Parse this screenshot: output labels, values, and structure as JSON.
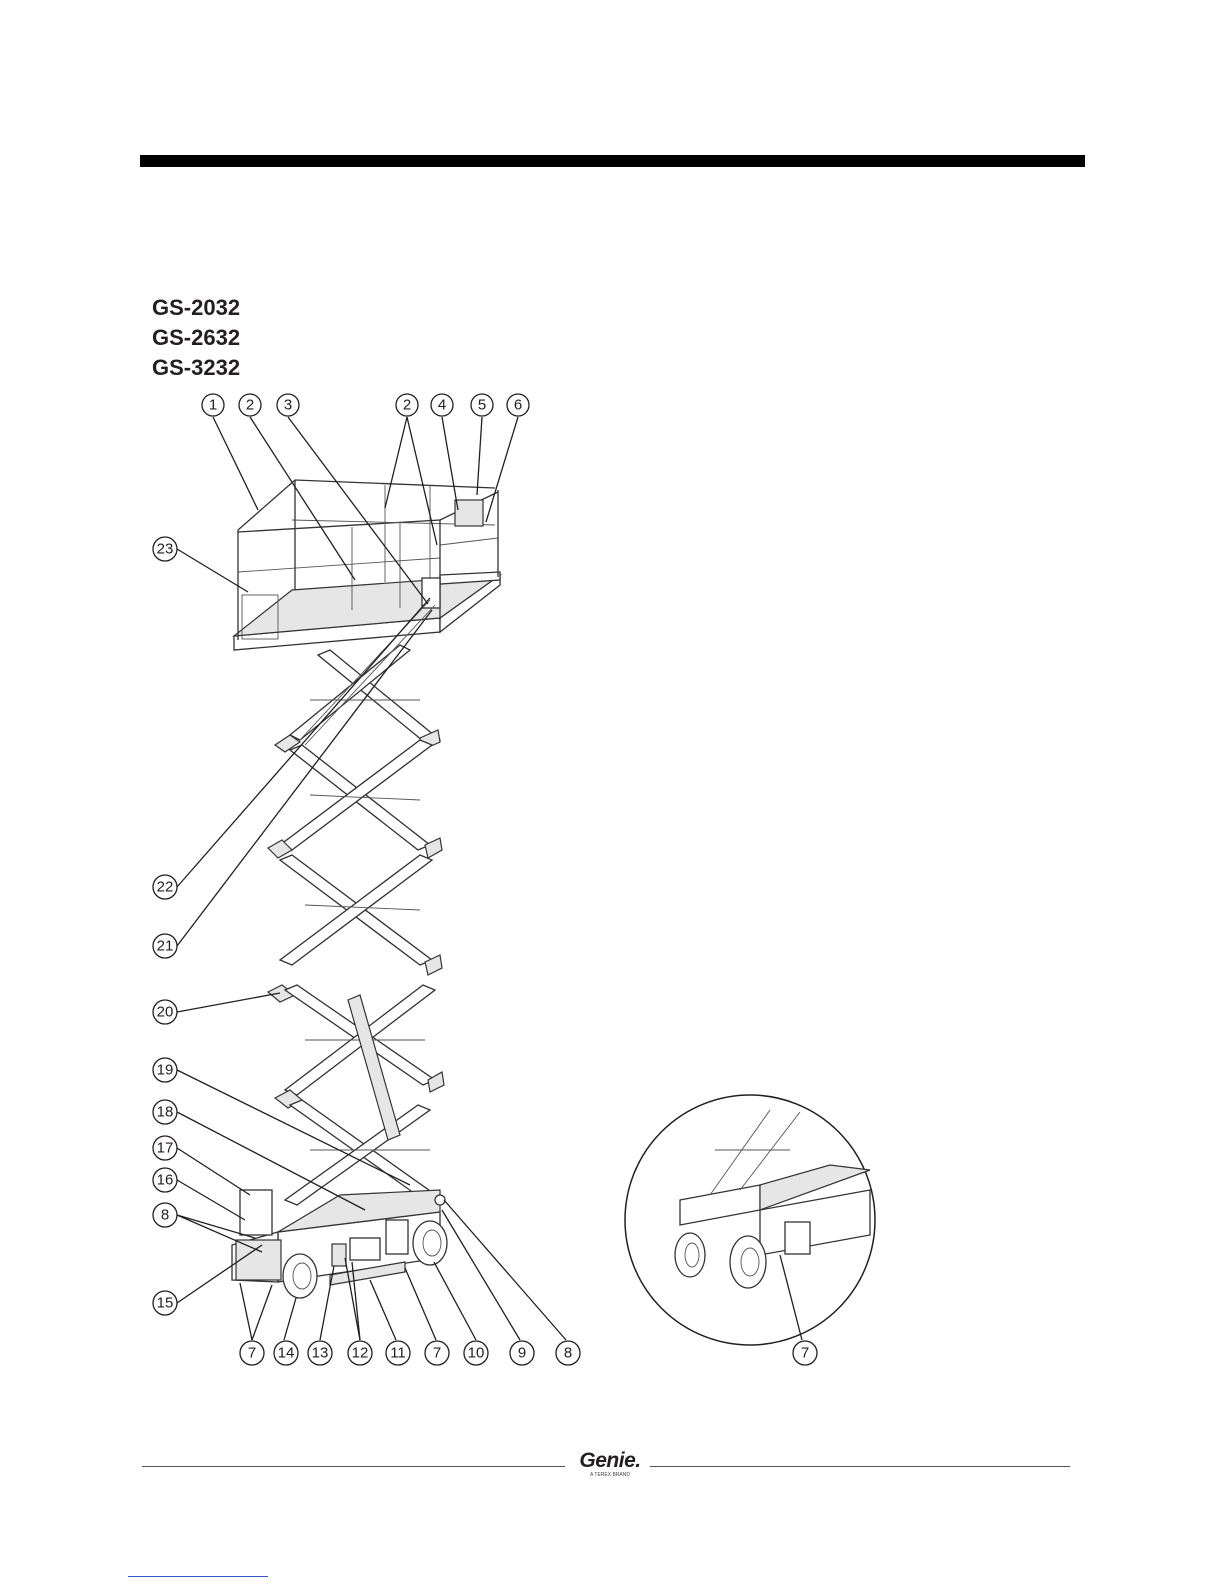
{
  "page": {
    "models": [
      "GS-2032",
      "GS-2632",
      "GS-3232"
    ],
    "brand": {
      "name": "Genie.",
      "tagline": "A TEREX BRAND"
    }
  },
  "callouts": {
    "c1": "1",
    "c2a": "2",
    "c3": "3",
    "c2b": "2",
    "c4": "4",
    "c5": "5",
    "c6": "6",
    "c23": "23",
    "c22": "22",
    "c21": "21",
    "c20": "20",
    "c19": "19",
    "c18": "18",
    "c17": "17",
    "c16": "16",
    "c8a": "8",
    "c15": "15",
    "c7a": "7",
    "c14": "14",
    "c13": "13",
    "c12": "12",
    "c11": "11",
    "c7b": "7",
    "c10": "10",
    "c9": "9",
    "c8b": "8",
    "c7c": "7"
  }
}
